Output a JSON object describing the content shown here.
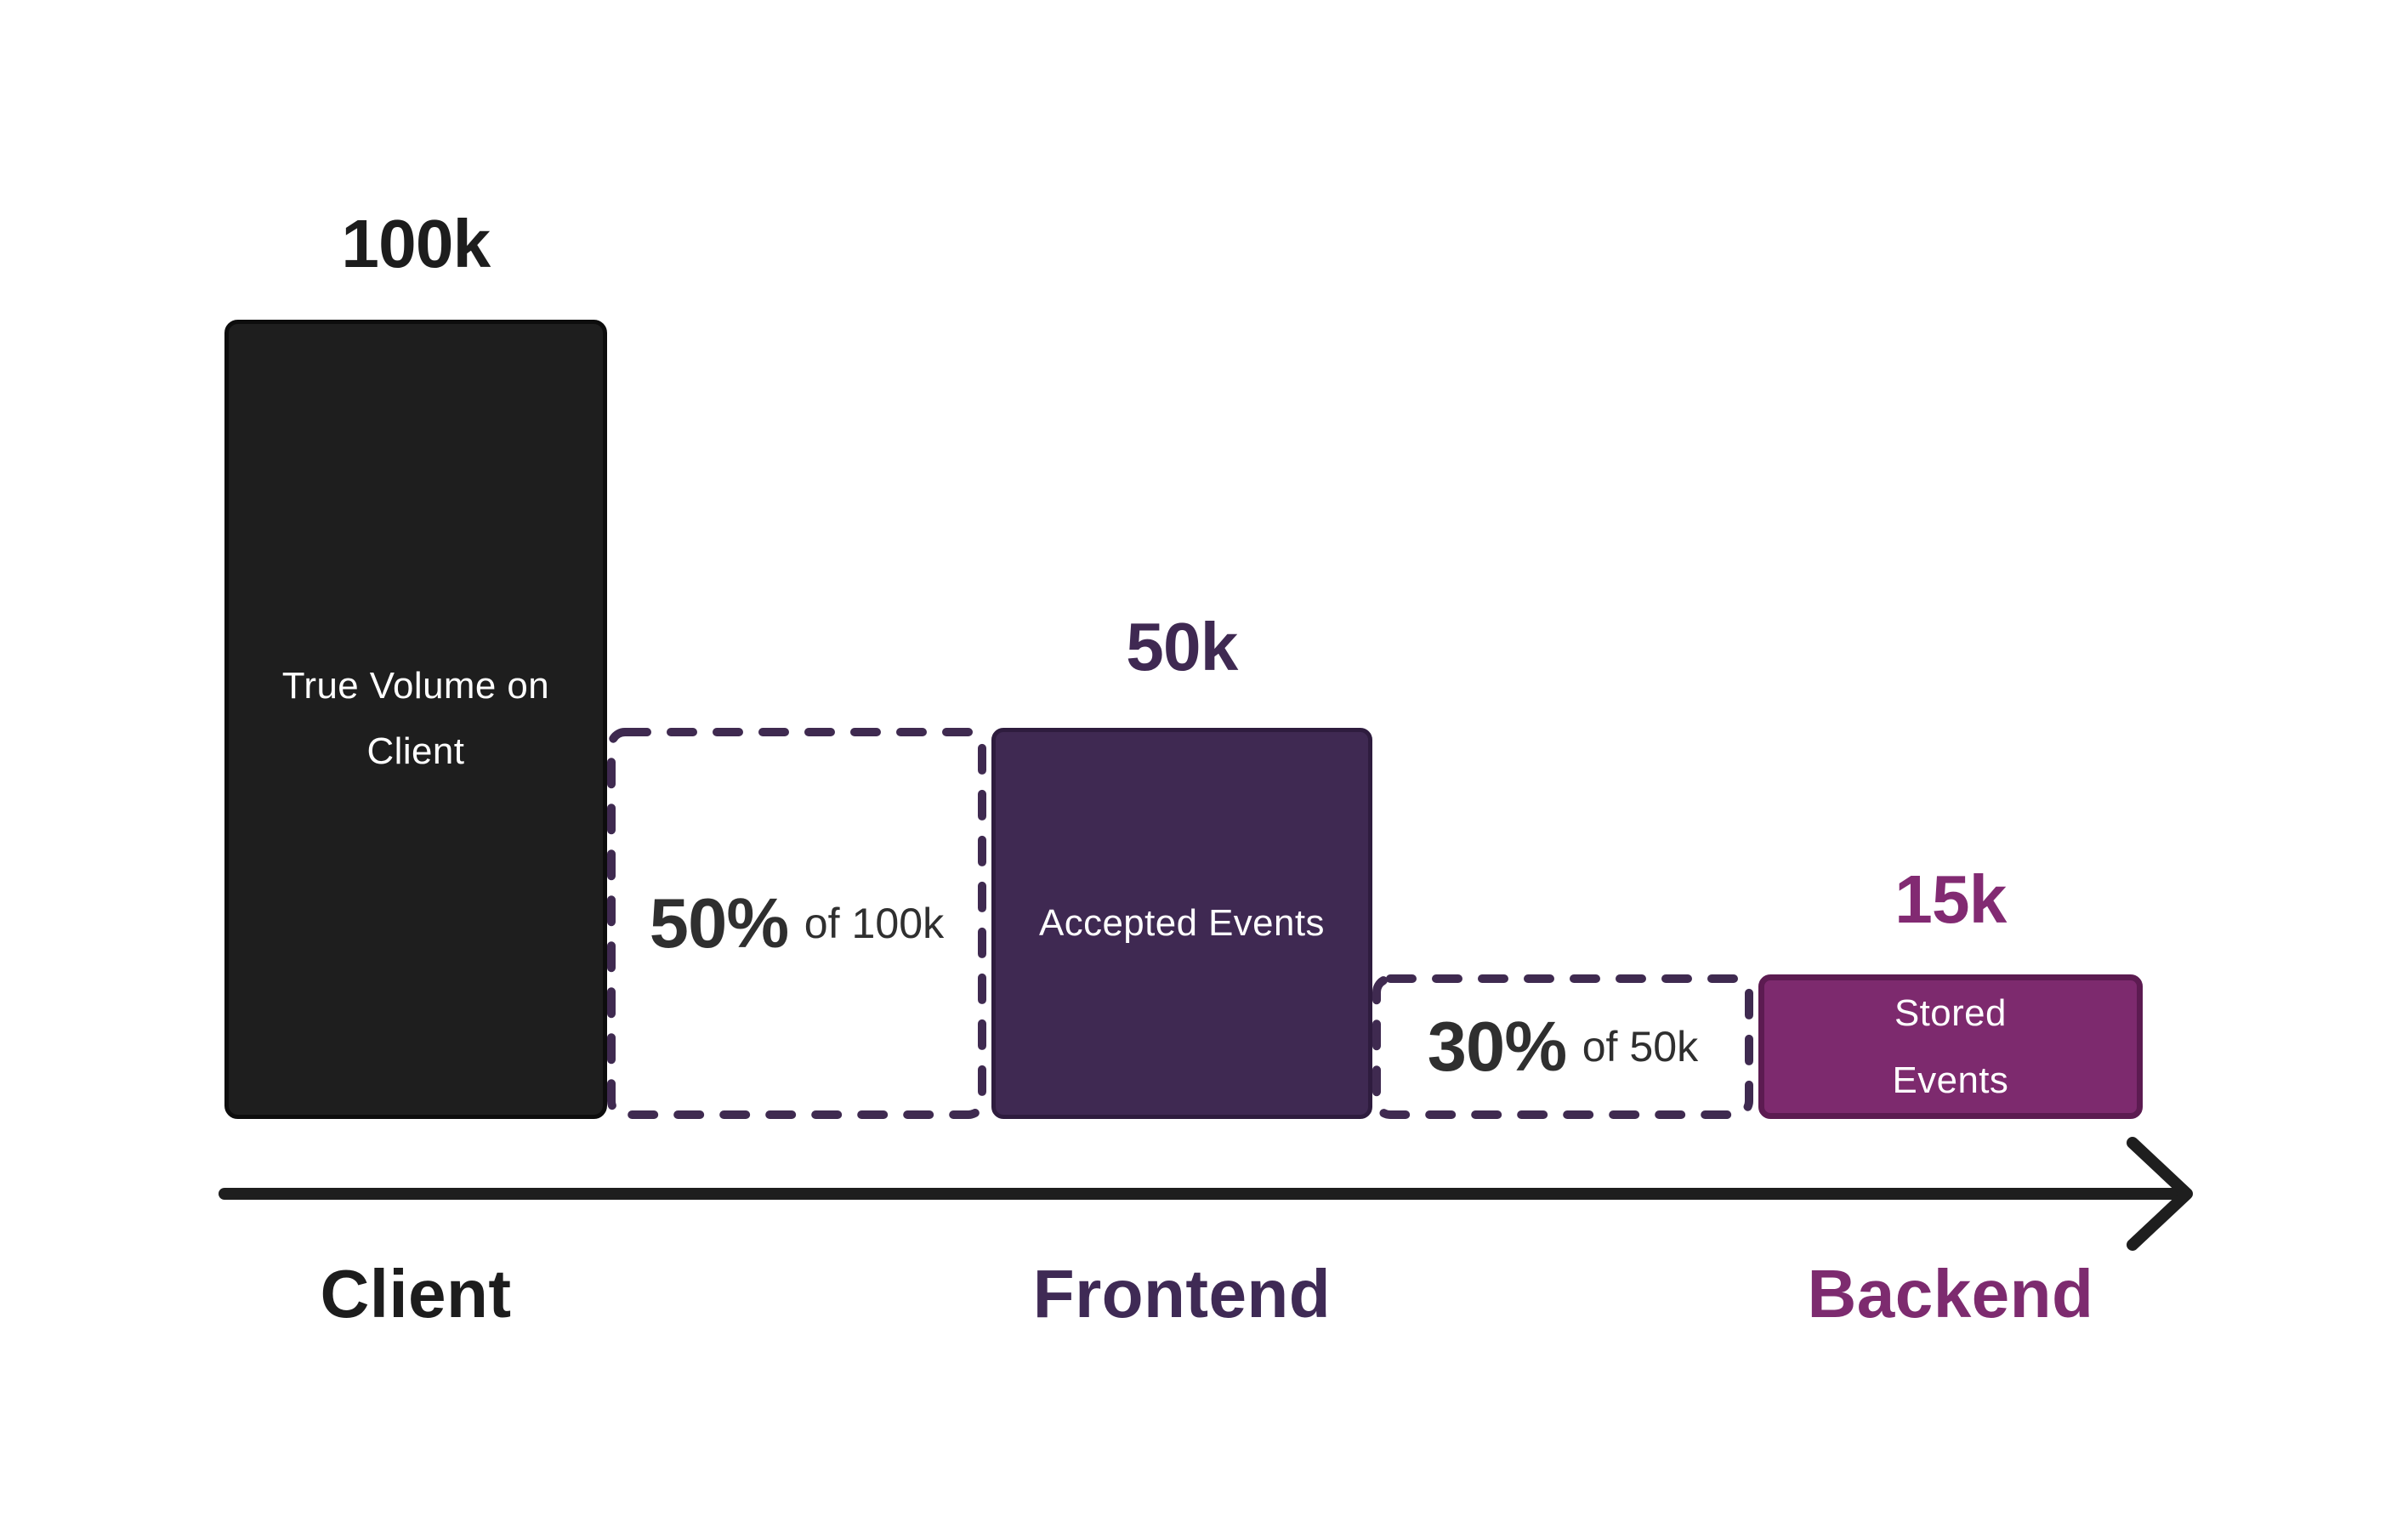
{
  "chart_data": {
    "type": "bar",
    "title": "",
    "xlabel": "",
    "ylabel": "",
    "categories": [
      "Client",
      "Frontend",
      "Backend"
    ],
    "values": [
      100000,
      50000,
      15000
    ],
    "value_labels": [
      "100k",
      "50k",
      "15k"
    ],
    "bar_labels": [
      "True Volume on Client",
      "Accepted Events",
      "Stored Events"
    ],
    "drop_annotations": [
      {
        "pct": "50%",
        "base": "of 100k",
        "between": [
          "Client",
          "Frontend"
        ]
      },
      {
        "pct": "30%",
        "base": "of 50k",
        "between": [
          "Frontend",
          "Backend"
        ]
      }
    ],
    "legend": "none",
    "grid": false,
    "layout_hint": "left-to-right flow funnel with arrow axis",
    "colors": {
      "client_bar": "#1e1e1e",
      "frontend_bar": "#3f2952",
      "backend_bar": "#7d2a6e",
      "dashed_outline": "#3f2a50",
      "value_100k_text": "#1d1d1d",
      "value_50k_text": "#3f2952",
      "value_15k_text": "#822a72",
      "drop_text": "#2f2f2f",
      "arrow": "#1e1e1e",
      "bar_text": "#ffffff",
      "background": "#ffffff"
    }
  }
}
